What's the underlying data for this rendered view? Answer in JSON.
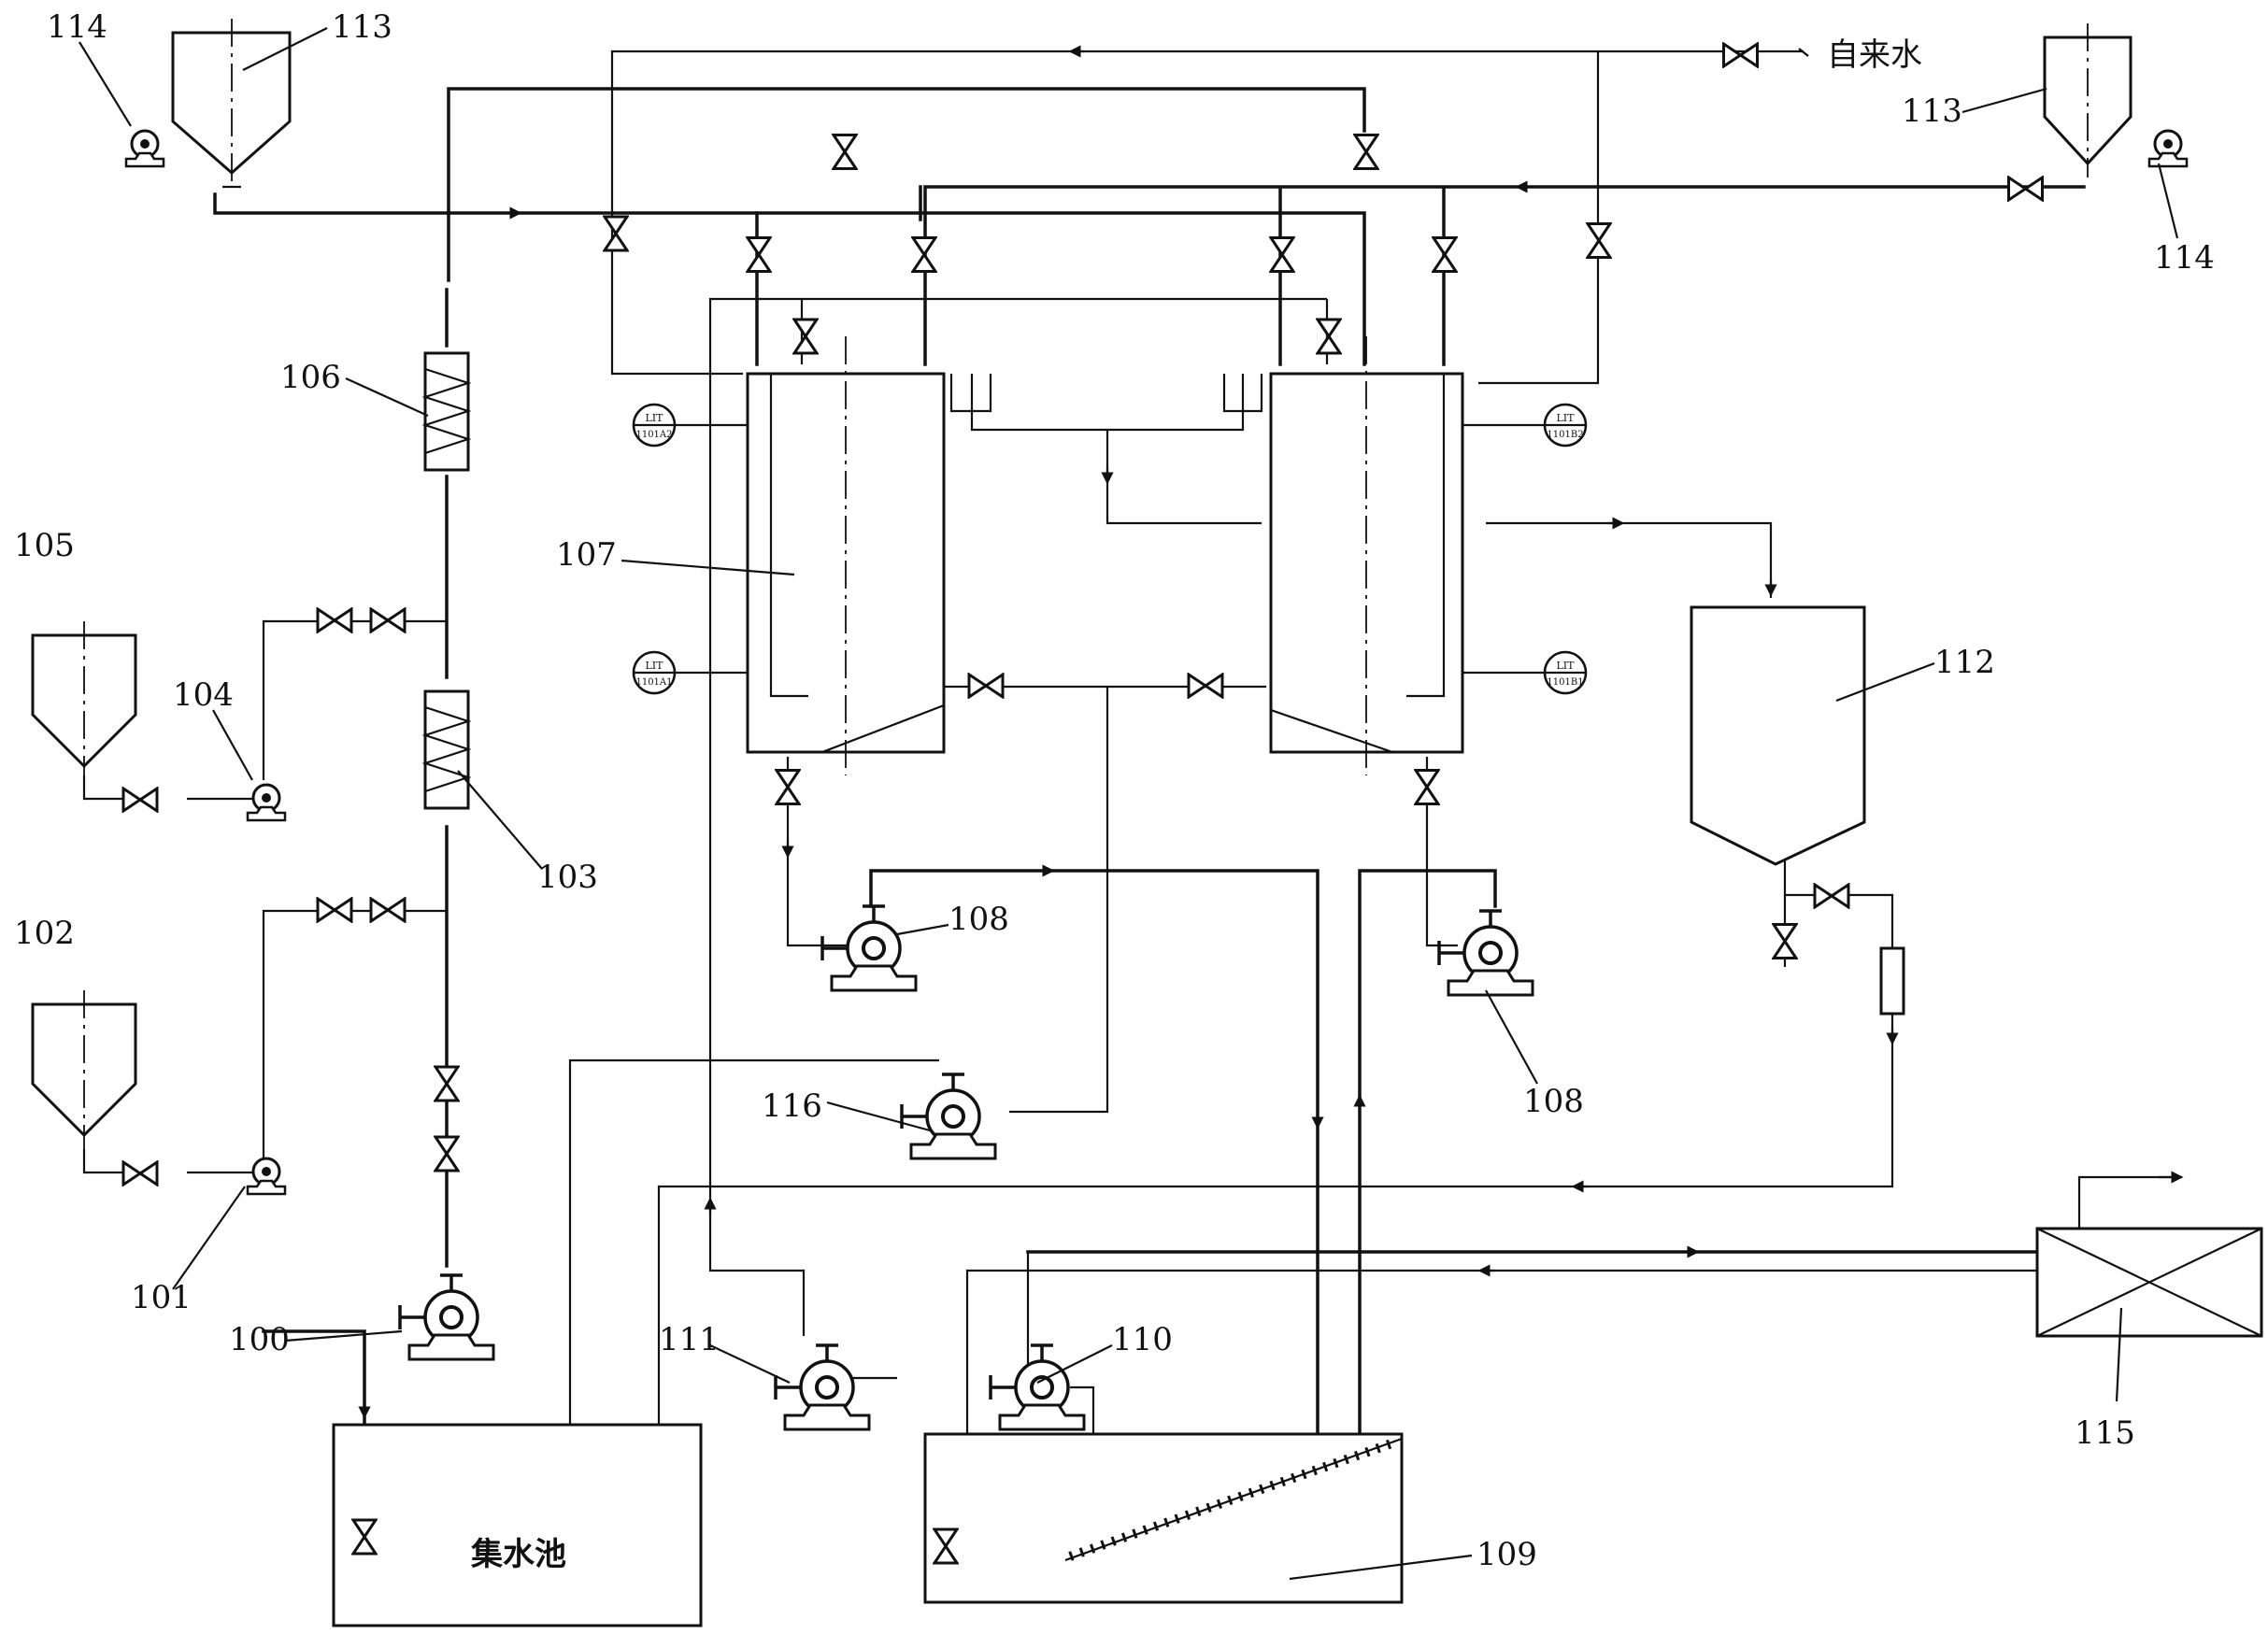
{
  "labels": {
    "n100": "100",
    "n101": "101",
    "n102": "102",
    "n103": "103",
    "n104": "104",
    "n105": "105",
    "n106": "106",
    "n107": "107",
    "n108a": "108",
    "n108b": "108",
    "n109": "109",
    "n110": "110",
    "n111": "111",
    "n112": "112",
    "n113a": "113",
    "n113b": "113",
    "n114a": "114",
    "n114b": "114",
    "n115": "115",
    "n116": "116"
  },
  "text": {
    "tap_water": "自来水",
    "sump": "集水池"
  },
  "instruments": {
    "lit": "LIT",
    "lt_1": "1101A2",
    "lt_2": "1101A1",
    "lt_3": "1101B2",
    "lt_4": "1101B1"
  }
}
